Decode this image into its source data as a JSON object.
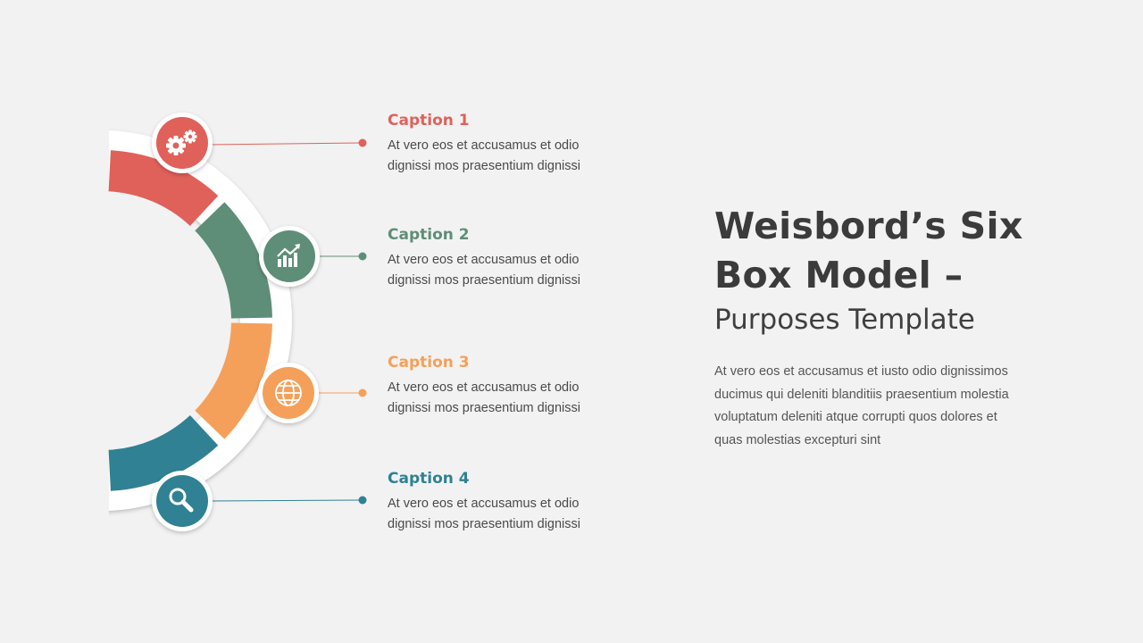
{
  "title": {
    "line1": "Weisbord’s Six",
    "line2": "Box Model –",
    "line3": "Purposes Template"
  },
  "description": "At vero eos et accusamus et iusto odio dignissimos ducimus qui deleniti blanditiis praesentium molestia voluptatum deleniti atque corrupti quos dolores et quas molestias excepturi sint",
  "captions": [
    {
      "title": "Caption 1",
      "text": "At vero eos et accusamus et odio dignissi mos praesentium dignissi",
      "color": "#e0615a",
      "icon": "gears-icon"
    },
    {
      "title": "Caption 2",
      "text": "At vero eos et accusamus et odio dignissi mos praesentium dignissi",
      "color": "#5e8e78",
      "icon": "growth-chart-icon"
    },
    {
      "title": "Caption 3",
      "text": "At vero eos et accusamus et odio dignissi mos praesentium dignissi",
      "color": "#f5a05a",
      "icon": "globe-icon"
    },
    {
      "title": "Caption 4",
      "text": "At vero eos et accusamus et odio dignissi mos praesentium dignissi",
      "color": "#2f8193",
      "icon": "search-icon"
    }
  ]
}
